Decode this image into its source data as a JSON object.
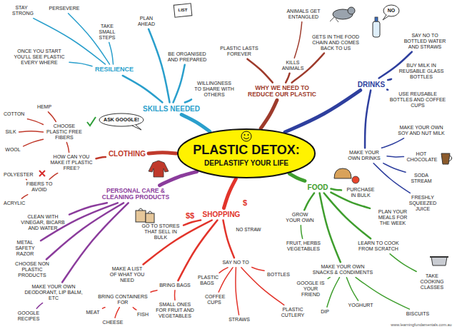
{
  "diagram": {
    "nodes": [
      {
        "text": [
          "PLASTIC DETOX:",
          "DEPLASTIFY YOUR LIFE"
        ]
      },
      {
        "text": [
          "WHY WE NEED TO REDUCE OUR PLASTIC"
        ]
      },
      {
        "text": [
          "PLASTIC LASTS FOREVER"
        ]
      },
      {
        "text": [
          "KILLS ANIMALS"
        ]
      },
      {
        "text": [
          "ANIMALS GET ENTANGLED"
        ]
      },
      {
        "text": [
          "GETS IN THE FOOD CHAIN AND COMES BACK TO US"
        ]
      },
      {
        "text": [
          "DRINKS"
        ]
      },
      {
        "text": [
          "SAY NO TO BOTTLED WATER AND STRAWS"
        ]
      },
      {
        "text": [
          "BUY MILK IN REUSABLE GLASS BOTTLES"
        ]
      },
      {
        "text": [
          "USE REUSABLE BOTTLES AND COFFEE CUPS"
        ]
      },
      {
        "text": [
          "MAKE YOUR OWN DRINKS"
        ]
      },
      {
        "text": [
          "MAKE YOUR OWN SOY AND NUT MILK"
        ]
      },
      {
        "text": [
          "HOT CHOCOLATE"
        ]
      },
      {
        "text": [
          "SODA STREAM"
        ]
      },
      {
        "text": [
          "FRESHLY SQUEEZED JUICE"
        ]
      },
      {
        "text": [
          "FOOD"
        ]
      },
      {
        "text": [
          "PURCHASE IN BULK"
        ]
      },
      {
        "text": [
          "PLAN YOUR MEALS FOR THE WEEK"
        ]
      },
      {
        "text": [
          "LEARN TO COOK FROM SCRATCH"
        ]
      },
      {
        "text": [
          "TAKE COOKING CLASSES"
        ]
      },
      {
        "text": [
          "GROW YOUR OWN"
        ]
      },
      {
        "text": [
          "FRUIT, HERBS VEGETABLES"
        ]
      },
      {
        "text": [
          "MAKE YOUR OWN SNACKS & CONDIMENTS"
        ]
      },
      {
        "text": [
          "GOOGLE IS YOUR FRIEND"
        ]
      },
      {
        "text": [
          "DIP"
        ]
      },
      {
        "text": [
          "YOGHURT"
        ]
      },
      {
        "text": [
          "BISCUITS"
        ]
      },
      {
        "text": [
          "SHOPPING"
        ]
      },
      {
        "text": [
          "GO TO STORES THAT SELL IN BULK"
        ]
      },
      {
        "text": [
          "MAKE A LIST OF WHAT YOU NEED"
        ]
      },
      {
        "text": [
          "BRING BAGS"
        ]
      },
      {
        "text": [
          "BRING CONTAINERS FOR"
        ]
      },
      {
        "text": [
          "MEAT"
        ]
      },
      {
        "text": [
          "CHEESE"
        ]
      },
      {
        "text": [
          "FISH"
        ]
      },
      {
        "text": [
          "SMALL ONES FOR FRUIT AND VEGETABLES"
        ]
      },
      {
        "text": [
          "SAY NO TO"
        ]
      },
      {
        "text": [
          "PLASTIC BAGS"
        ]
      },
      {
        "text": [
          "COFFEE CUPS"
        ]
      },
      {
        "text": [
          "STRAWS"
        ]
      },
      {
        "text": [
          "BOTTLES"
        ]
      },
      {
        "text": [
          "PLASTIC CUTLERY"
        ]
      },
      {
        "text": [
          "PERSONAL CARE & CLEANING PRODUCTS"
        ]
      },
      {
        "text": [
          "CLEAN WITH VINEGAR, BICARB AND WATER"
        ]
      },
      {
        "text": [
          "METAL SAFETY RAZOR"
        ]
      },
      {
        "text": [
          "CHOOSE NON PLASTIC PRODUCTS"
        ]
      },
      {
        "text": [
          "MAKE YOUR OWN DEODORANT, LIP BALM, ETC"
        ]
      },
      {
        "text": [
          "GOOGLE RECIPES"
        ]
      },
      {
        "text": [
          "CLOTHING"
        ]
      },
      {
        "text": [
          "HOW CAN YOU MAKE IT PLASTIC FREE?"
        ]
      },
      {
        "text": [
          "CHOOSE PLASTIC FREE FIBERS"
        ]
      },
      {
        "text": [
          "HEMP"
        ]
      },
      {
        "text": [
          "COTTON"
        ]
      },
      {
        "text": [
          "SILK"
        ]
      },
      {
        "text": [
          "WOOL"
        ]
      },
      {
        "text": [
          "FIBERS TO AVOID"
        ]
      },
      {
        "text": [
          "POLYESTER"
        ]
      },
      {
        "text": [
          "ACRYLIC"
        ]
      },
      {
        "text": [
          "SKILLS NEEDED"
        ]
      },
      {
        "text": [
          "RESILIENCE"
        ]
      },
      {
        "text": [
          "STAY STRONG"
        ]
      },
      {
        "text": [
          "PERSEVERE"
        ]
      },
      {
        "text": [
          "ONCE YOU START YOU'LL SEE PLASTIC EVERY WHERE"
        ]
      },
      {
        "text": [
          "TAKE SMALL STEPS"
        ]
      },
      {
        "text": [
          "PLAN AHEAD"
        ]
      },
      {
        "text": [
          "BE ORGANISED AND PREPARED"
        ]
      },
      {
        "text": [
          "WILLINGNESS TO SHARE WITH OTHERS"
        ]
      }
    ],
    "edges": [
      {
        "from": 0,
        "to": 1,
        "arrow": "none"
      },
      {
        "from": 1,
        "to": 2,
        "arrow": "none"
      },
      {
        "from": 1,
        "to": 3,
        "arrow": "none"
      },
      {
        "from": 3,
        "to": 4,
        "arrow": "none"
      },
      {
        "from": 1,
        "to": 5,
        "arrow": "none"
      },
      {
        "from": 0,
        "to": 6,
        "arrow": "none"
      },
      {
        "from": 6,
        "to": 7,
        "arrow": "none"
      },
      {
        "from": 6,
        "to": 8,
        "arrow": "none"
      },
      {
        "from": 6,
        "to": 9,
        "arrow": "none"
      },
      {
        "from": 6,
        "to": 10,
        "arrow": "none"
      },
      {
        "from": 10,
        "to": 11,
        "arrow": "none"
      },
      {
        "from": 10,
        "to": 12,
        "arrow": "none"
      },
      {
        "from": 10,
        "to": 13,
        "arrow": "none"
      },
      {
        "from": 10,
        "to": 14,
        "arrow": "none"
      },
      {
        "from": 0,
        "to": 15,
        "arrow": "none"
      },
      {
        "from": 15,
        "to": 16,
        "arrow": "none"
      },
      {
        "from": 15,
        "to": 17,
        "arrow": "none"
      },
      {
        "from": 15,
        "to": 18,
        "arrow": "none"
      },
      {
        "from": 18,
        "to": 19,
        "arrow": "none"
      },
      {
        "from": 15,
        "to": 20,
        "arrow": "none"
      },
      {
        "from": 20,
        "to": 21,
        "arrow": "none"
      },
      {
        "from": 15,
        "to": 22,
        "arrow": "none"
      },
      {
        "from": 22,
        "to": 23,
        "arrow": "none"
      },
      {
        "from": 22,
        "to": 24,
        "arrow": "none"
      },
      {
        "from": 22,
        "to": 25,
        "arrow": "none"
      },
      {
        "from": 22,
        "to": 26,
        "arrow": "none"
      },
      {
        "from": 0,
        "to": 27,
        "arrow": "none"
      },
      {
        "from": 27,
        "to": 28,
        "arrow": "none"
      },
      {
        "from": 27,
        "to": 29,
        "arrow": "none"
      },
      {
        "from": 27,
        "to": 30,
        "arrow": "none"
      },
      {
        "from": 30,
        "to": 31,
        "arrow": "none"
      },
      {
        "from": 31,
        "to": 32,
        "arrow": "none"
      },
      {
        "from": 31,
        "to": 33,
        "arrow": "none"
      },
      {
        "from": 31,
        "to": 34,
        "arrow": "none"
      },
      {
        "from": 30,
        "to": 35,
        "arrow": "none"
      },
      {
        "from": 27,
        "to": 36,
        "arrow": "none"
      },
      {
        "from": 36,
        "to": 37,
        "arrow": "none"
      },
      {
        "from": 36,
        "to": 38,
        "arrow": "none"
      },
      {
        "from": 36,
        "to": 39,
        "arrow": "none"
      },
      {
        "from": 36,
        "to": 40,
        "arrow": "none"
      },
      {
        "from": 36,
        "to": 41,
        "arrow": "none"
      },
      {
        "from": 0,
        "to": 42,
        "arrow": "none"
      },
      {
        "from": 42,
        "to": 43,
        "arrow": "none"
      },
      {
        "from": 42,
        "to": 44,
        "arrow": "none"
      },
      {
        "from": 42,
        "to": 45,
        "arrow": "none"
      },
      {
        "from": 42,
        "to": 46,
        "arrow": "none"
      },
      {
        "from": 46,
        "to": 47,
        "arrow": "none"
      },
      {
        "from": 0,
        "to": 48,
        "arrow": "none"
      },
      {
        "from": 48,
        "to": 49,
        "arrow": "none"
      },
      {
        "from": 49,
        "to": 50,
        "arrow": "none"
      },
      {
        "from": 50,
        "to": 51,
        "arrow": "none"
      },
      {
        "from": 50,
        "to": 52,
        "arrow": "none"
      },
      {
        "from": 50,
        "to": 53,
        "arrow": "none"
      },
      {
        "from": 50,
        "to": 54,
        "arrow": "none"
      },
      {
        "from": 49,
        "to": 55,
        "arrow": "none"
      },
      {
        "from": 55,
        "to": 56,
        "arrow": "none"
      },
      {
        "from": 55,
        "to": 57,
        "arrow": "none"
      },
      {
        "from": 0,
        "to": 58,
        "arrow": "none"
      },
      {
        "from": 58,
        "to": 59,
        "arrow": "none"
      },
      {
        "from": 59,
        "to": 60,
        "arrow": "none"
      },
      {
        "from": 59,
        "to": 61,
        "arrow": "none"
      },
      {
        "from": 59,
        "to": 62,
        "arrow": "none"
      },
      {
        "from": 59,
        "to": 63,
        "arrow": "none"
      },
      {
        "from": 58,
        "to": 64,
        "arrow": "none"
      },
      {
        "from": 58,
        "to": 65,
        "arrow": "none"
      },
      {
        "from": 58,
        "to": 66,
        "arrow": "none"
      }
    ],
    "labels": [
      "NO",
      "ASK GOOGLE!",
      "LIST",
      "$$",
      "$",
      "NO STRAW",
      "www.learningfundamentals.com.au"
    ]
  }
}
